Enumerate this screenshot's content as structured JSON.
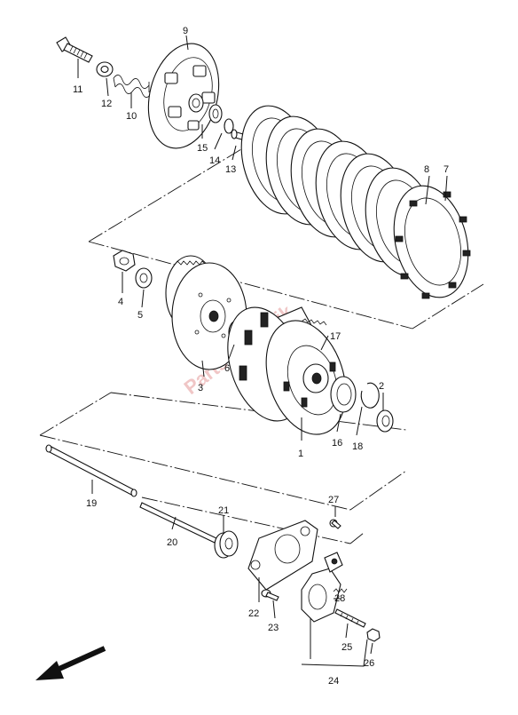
{
  "watermark": "PartsRepublik",
  "parts": [
    {
      "id": "p1",
      "label": "1"
    },
    {
      "id": "p2",
      "label": "2"
    },
    {
      "id": "p3",
      "label": "3"
    },
    {
      "id": "p4",
      "label": "4"
    },
    {
      "id": "p5",
      "label": "5"
    },
    {
      "id": "p6",
      "label": "6"
    },
    {
      "id": "p7",
      "label": "7"
    },
    {
      "id": "p8",
      "label": "8"
    },
    {
      "id": "p9",
      "label": "9"
    },
    {
      "id": "p10",
      "label": "10"
    },
    {
      "id": "p11",
      "label": "11"
    },
    {
      "id": "p12",
      "label": "12"
    },
    {
      "id": "p13",
      "label": "13"
    },
    {
      "id": "p14",
      "label": "14"
    },
    {
      "id": "p15",
      "label": "15"
    },
    {
      "id": "p16",
      "label": "16"
    },
    {
      "id": "p17",
      "label": "17"
    },
    {
      "id": "p18",
      "label": "18"
    },
    {
      "id": "p19",
      "label": "19"
    },
    {
      "id": "p20",
      "label": "20"
    },
    {
      "id": "p21",
      "label": "21"
    },
    {
      "id": "p22",
      "label": "22"
    },
    {
      "id": "p23",
      "label": "23"
    },
    {
      "id": "p24",
      "label": "24"
    },
    {
      "id": "p25",
      "label": "25"
    },
    {
      "id": "p26",
      "label": "26"
    },
    {
      "id": "p27",
      "label": "27"
    },
    {
      "id": "p28",
      "label": "28"
    }
  ],
  "icons": {
    "front_arrow": "arrow-down-left-icon"
  }
}
